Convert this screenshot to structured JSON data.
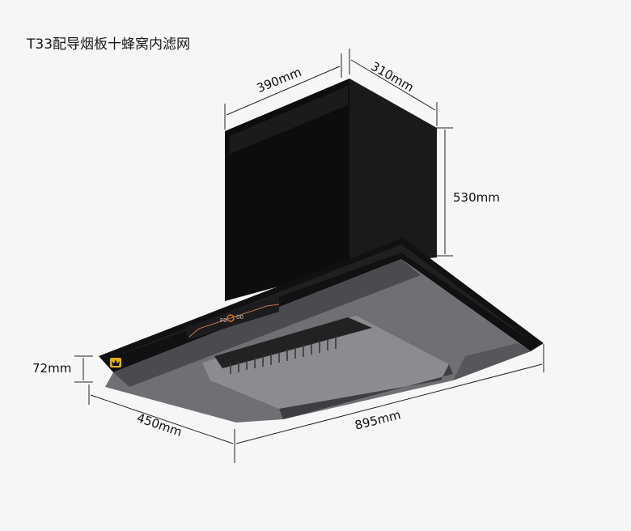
{
  "title": "T33配导烟板十蜂窝内滤网",
  "dimensions": {
    "chimney_width": "390mm",
    "chimney_depth": "310mm",
    "chimney_height": "530mm",
    "hood_height": "72mm",
    "hood_depth": "450mm",
    "hood_width": "895mm"
  },
  "control_panel": {
    "mode_display": "F0",
    "timer_display": "00"
  },
  "colors": {
    "background": "#f6f6f6",
    "body_black": "#111111",
    "panel_gray": "#6e7074",
    "accent_orange": "#e0701e",
    "badge_gold": "#e0b020"
  }
}
